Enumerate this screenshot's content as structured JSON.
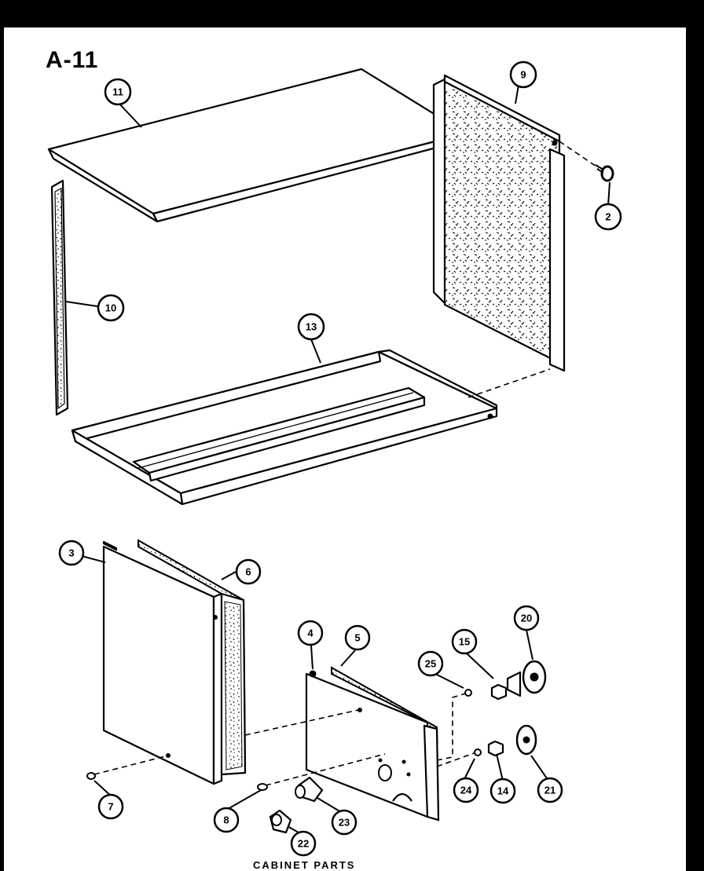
{
  "diagram": {
    "title": "A-11",
    "caption": "CABINET PARTS"
  },
  "callouts": [
    {
      "id": "2",
      "label": "2"
    },
    {
      "id": "3",
      "label": "3"
    },
    {
      "id": "4",
      "label": "4"
    },
    {
      "id": "5",
      "label": "5"
    },
    {
      "id": "6",
      "label": "6"
    },
    {
      "id": "7",
      "label": "7"
    },
    {
      "id": "8",
      "label": "8"
    },
    {
      "id": "9",
      "label": "9"
    },
    {
      "id": "10",
      "label": "10"
    },
    {
      "id": "11",
      "label": "11"
    },
    {
      "id": "13",
      "label": "13"
    },
    {
      "id": "14",
      "label": "14"
    },
    {
      "id": "15",
      "label": "15"
    },
    {
      "id": "20",
      "label": "20"
    },
    {
      "id": "21",
      "label": "21"
    },
    {
      "id": "22",
      "label": "22"
    },
    {
      "id": "23",
      "label": "23"
    },
    {
      "id": "24",
      "label": "24"
    },
    {
      "id": "25",
      "label": "25"
    }
  ]
}
